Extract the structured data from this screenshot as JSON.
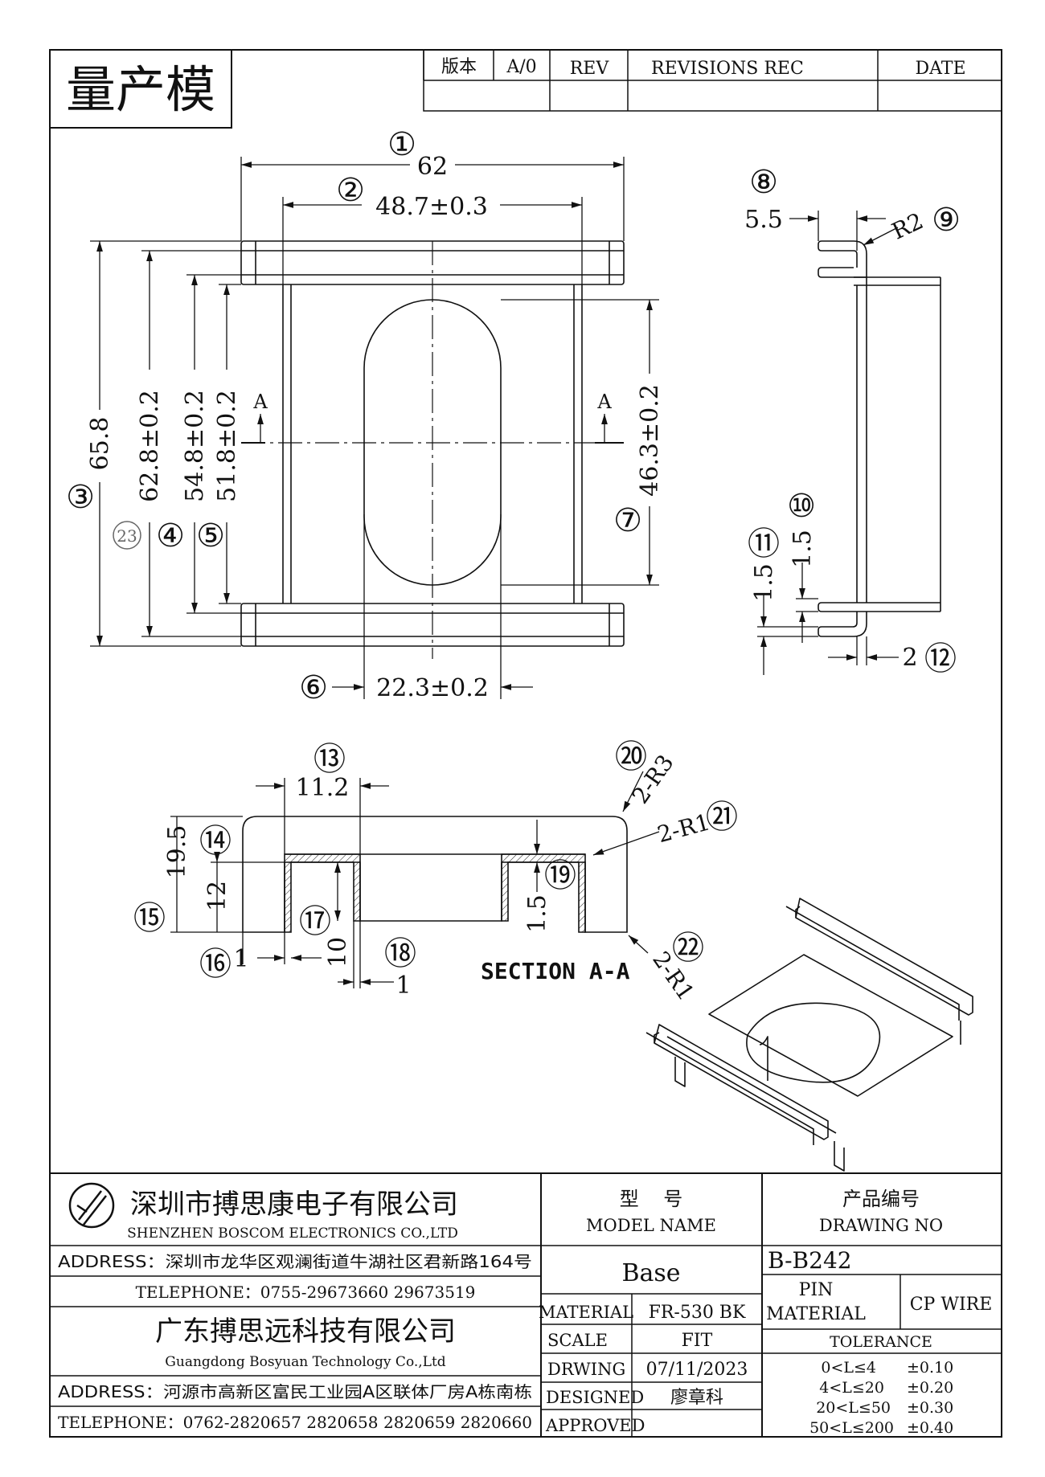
{
  "header": {
    "stamp": "量产模",
    "version_label": "版本",
    "version_value": "A/0",
    "rev_label": "REV",
    "revisions_label": "REVISIONS REC",
    "date_label": "DATE"
  },
  "top_view": {
    "dims": {
      "d1": "62",
      "d2": "48.7±0.3",
      "d3": "65.8",
      "d4": "62.8±0.2",
      "d5": "54.8±0.2",
      "d5b": "51.8±0.2",
      "d6": "22.3±0.2",
      "d7": "46.3±0.2"
    },
    "callouts": [
      "①",
      "②",
      "③",
      "④",
      "⑤",
      "⑥",
      "⑦"
    ],
    "callout_23": "23",
    "section_mark": "A"
  },
  "side_view": {
    "dims": {
      "d8": "5.5",
      "r9": "R2",
      "d10": "1.5",
      "d11": "1.5",
      "d12": "2"
    },
    "callouts": [
      "⑧",
      "⑨",
      "⑩",
      "⑪",
      "⑫"
    ]
  },
  "section_view": {
    "dims": {
      "d13": "11.2",
      "d14": "12",
      "d15": "19.5",
      "d16": "1",
      "d17": "10",
      "d18": "1",
      "d19": "1.5",
      "r20": "2-R3",
      "r21": "2-R1",
      "r22": "2-R1"
    },
    "callouts": [
      "⑬",
      "⑭",
      "⑮",
      "⑯",
      "⑰",
      "⑱",
      "⑲",
      "⑳",
      "㉑",
      "㉒"
    ],
    "title": "SECTION A-A"
  },
  "title_block": {
    "company_cn": "深圳市搏思康电子有限公司",
    "company_en": "SHENZHEN BOSCOM ELECTRONICS CO.,LTD",
    "address1": "ADDRESS：深圳市龙华区观澜街道牛湖社区君新路164号",
    "telephone1": "TELEPHONE：0755-29673660 29673519",
    "company2_cn": "广东搏思远科技有限公司",
    "company2_en": "Guangdong Bosyuan Technology Co.,Ltd",
    "address2": "ADDRESS：河源市高新区富民工业园A区联体厂房A栋南栋",
    "telephone2": "TELEPHONE：0762-2820657 2820658 2820659 2820660",
    "model_label_cn": "型    号",
    "model_label_en": "MODEL NAME",
    "model_value": "Base",
    "drawing_label_cn": "产品编号",
    "drawing_label_en": "DRAWING NO",
    "drawing_value": "B-B242",
    "material_label": "MATERIAL",
    "material_value": "FR-530 BK",
    "pin_material_label": "PIN\nMATERIAL",
    "pin_label": "PIN",
    "pin_material_label2": "MATERIAL",
    "pin_material_value": "CP WIRE",
    "scale_label": "SCALE",
    "scale_value": "FIT",
    "drawing_date_label": "DRWING",
    "drawing_date_value": "07/11/2023",
    "designed_label": "DESIGNED",
    "designed_value": "廖章科",
    "approved_label": "APPROVED",
    "approved_value": "",
    "tolerance_title": "TOLERANCE",
    "tolerances": [
      {
        "range": "0<L≤4",
        "value": "±0.10"
      },
      {
        "range": "4<L≤20",
        "value": "±0.20"
      },
      {
        "range": "20<L≤50",
        "value": "±0.30"
      },
      {
        "range": "50<L≤200",
        "value": "±0.40"
      }
    ]
  }
}
